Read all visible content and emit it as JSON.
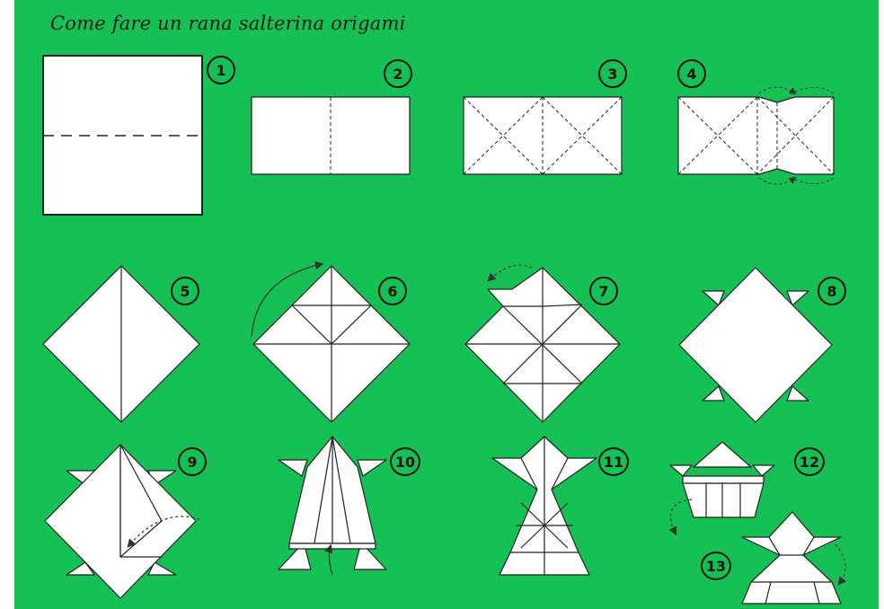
{
  "title": "Come fare un rana salterina origami",
  "steps": [
    "1",
    "2",
    "3",
    "4",
    "5",
    "6",
    "7",
    "8",
    "9",
    "10",
    "11",
    "12",
    "13"
  ],
  "colors": {
    "background": "#15c154",
    "paper": "#ffffff",
    "line": "#222222"
  }
}
